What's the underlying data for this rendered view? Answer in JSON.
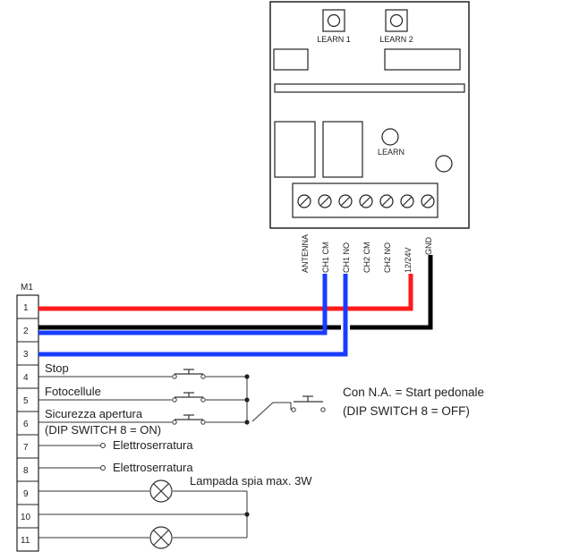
{
  "board": {
    "learn1": "LEARN 1",
    "learn2": "LEARN 2",
    "learn": "LEARN",
    "terminals": [
      "ANTENNA",
      "CH1 CM",
      "CH1 NO",
      "CH2 CM",
      "CH2 NO",
      "12/24V",
      "GND"
    ]
  },
  "strip": {
    "title": "M1",
    "terminals": [
      "1",
      "2",
      "3",
      "4",
      "5",
      "6",
      "7",
      "8",
      "9",
      "10",
      "11"
    ]
  },
  "labels": {
    "stop": "Stop",
    "fotocellule": "Fotocellule",
    "sicurezza": "Sicurezza apertura",
    "dip_on": "(DIP SWITCH 8 = ON)",
    "elettro1": "Elettroserratura",
    "elettro2": "Elettroserratura",
    "lampada": "Lampada spia max. 3W",
    "con_na": "Con N.A. = Start pedonale",
    "dip_off": "(DIP SWITCH 8 = OFF)"
  },
  "colors": {
    "red": "#ff1a1a",
    "blue": "#1a3cff",
    "black": "#000000"
  }
}
